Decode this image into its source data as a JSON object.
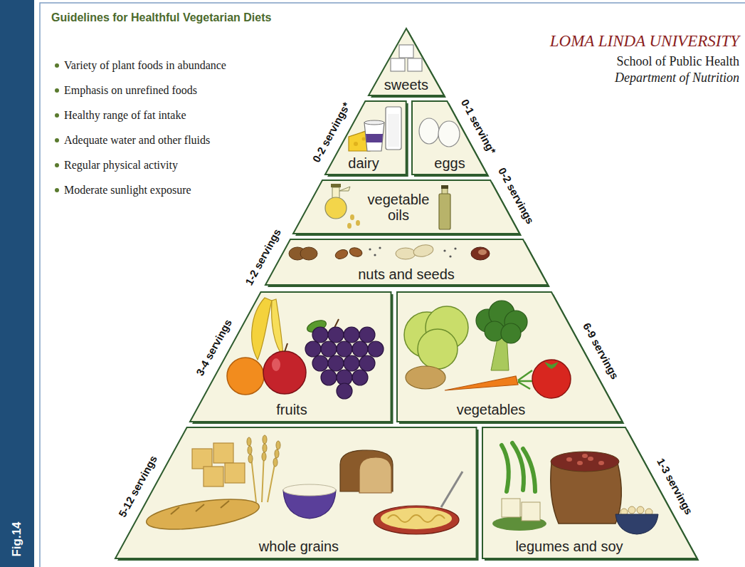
{
  "diagram": {
    "title": "Guidelines for Healthful Vegetarian Diets",
    "nodes": [
      {
        "text": [
          "sweets"
        ]
      },
      {
        "text": [
          "dairy",
          "0-2 servings*"
        ]
      },
      {
        "text": [
          "eggs",
          "0-1 serving*"
        ]
      },
      {
        "text": [
          "vegetable oils",
          "0-2 servings"
        ]
      },
      {
        "text": [
          "nuts and seeds",
          "1-2 servings"
        ]
      },
      {
        "text": [
          "fruits",
          "3-4 servings"
        ]
      },
      {
        "text": [
          "vegetables",
          "6-9 servings"
        ]
      },
      {
        "text": [
          "whole grains",
          "5-12 servings"
        ]
      },
      {
        "text": [
          "legumes and soy",
          "1-3 servings"
        ]
      }
    ],
    "labels": [
      "Variety of plant foods in abundance",
      "Emphasis on unrefined foods",
      "Healthy range of fat intake",
      "Adequate water and other fluids",
      "Regular physical activity",
      "Moderate sunlight exposure",
      "LOMA LINDA UNIVERSITY",
      "School of Public Health",
      "Department of Nutrition",
      "Fig.14"
    ]
  }
}
